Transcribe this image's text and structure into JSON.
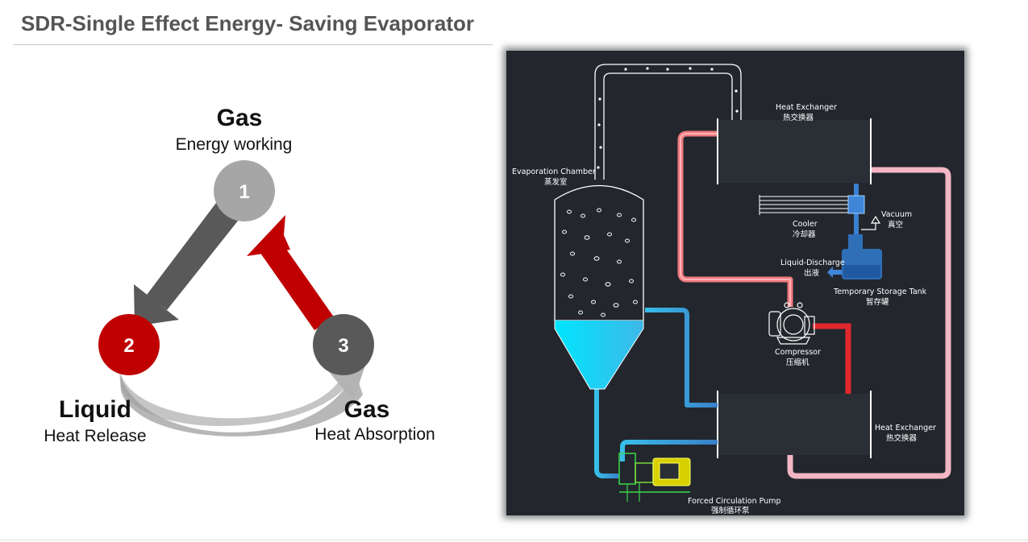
{
  "header": {
    "title": "SDR-Single Effect Energy- Saving Evaporator"
  },
  "cycle": {
    "nodes": [
      {
        "number": "1",
        "state": "Gas",
        "description": "Energy working",
        "color": "#a6a6a6"
      },
      {
        "number": "2",
        "state": "Liquid",
        "description": "Heat Release",
        "color": "#c00000"
      },
      {
        "number": "3",
        "state": "Gas",
        "description": "Heat Absorption",
        "color": "#595959"
      }
    ],
    "arrow_colors": {
      "one_to_two": "#595959",
      "three_to_one": "#c00000",
      "two_to_three": "#b3b3b3"
    }
  },
  "diagram": {
    "labels": {
      "heat_exchanger_top_en": "Heat Exchanger",
      "heat_exchanger_top_cn": "热交换器",
      "evaporation_chamber_en": "Evaporation Chamber",
      "evaporation_chamber_cn": "蒸发室",
      "cooler_en": "Cooler",
      "cooler_cn": "冷却器",
      "vacuum_en": "Vacuum",
      "vacuum_cn": "真空",
      "liquid_discharge_en": "Liquid-Discharge",
      "liquid_discharge_cn": "出液",
      "storage_tank_en": "Temporary Storage Tank",
      "storage_tank_cn": "暂存罐",
      "compressor_en": "Compressor",
      "compressor_cn": "压缩机",
      "heat_exchanger_bottom_en": "Heat Exchanger",
      "heat_exchanger_bottom_cn": "热交换器",
      "pump_en": "Forced Circulation Pump",
      "pump_cn": "强制循环泵"
    }
  }
}
